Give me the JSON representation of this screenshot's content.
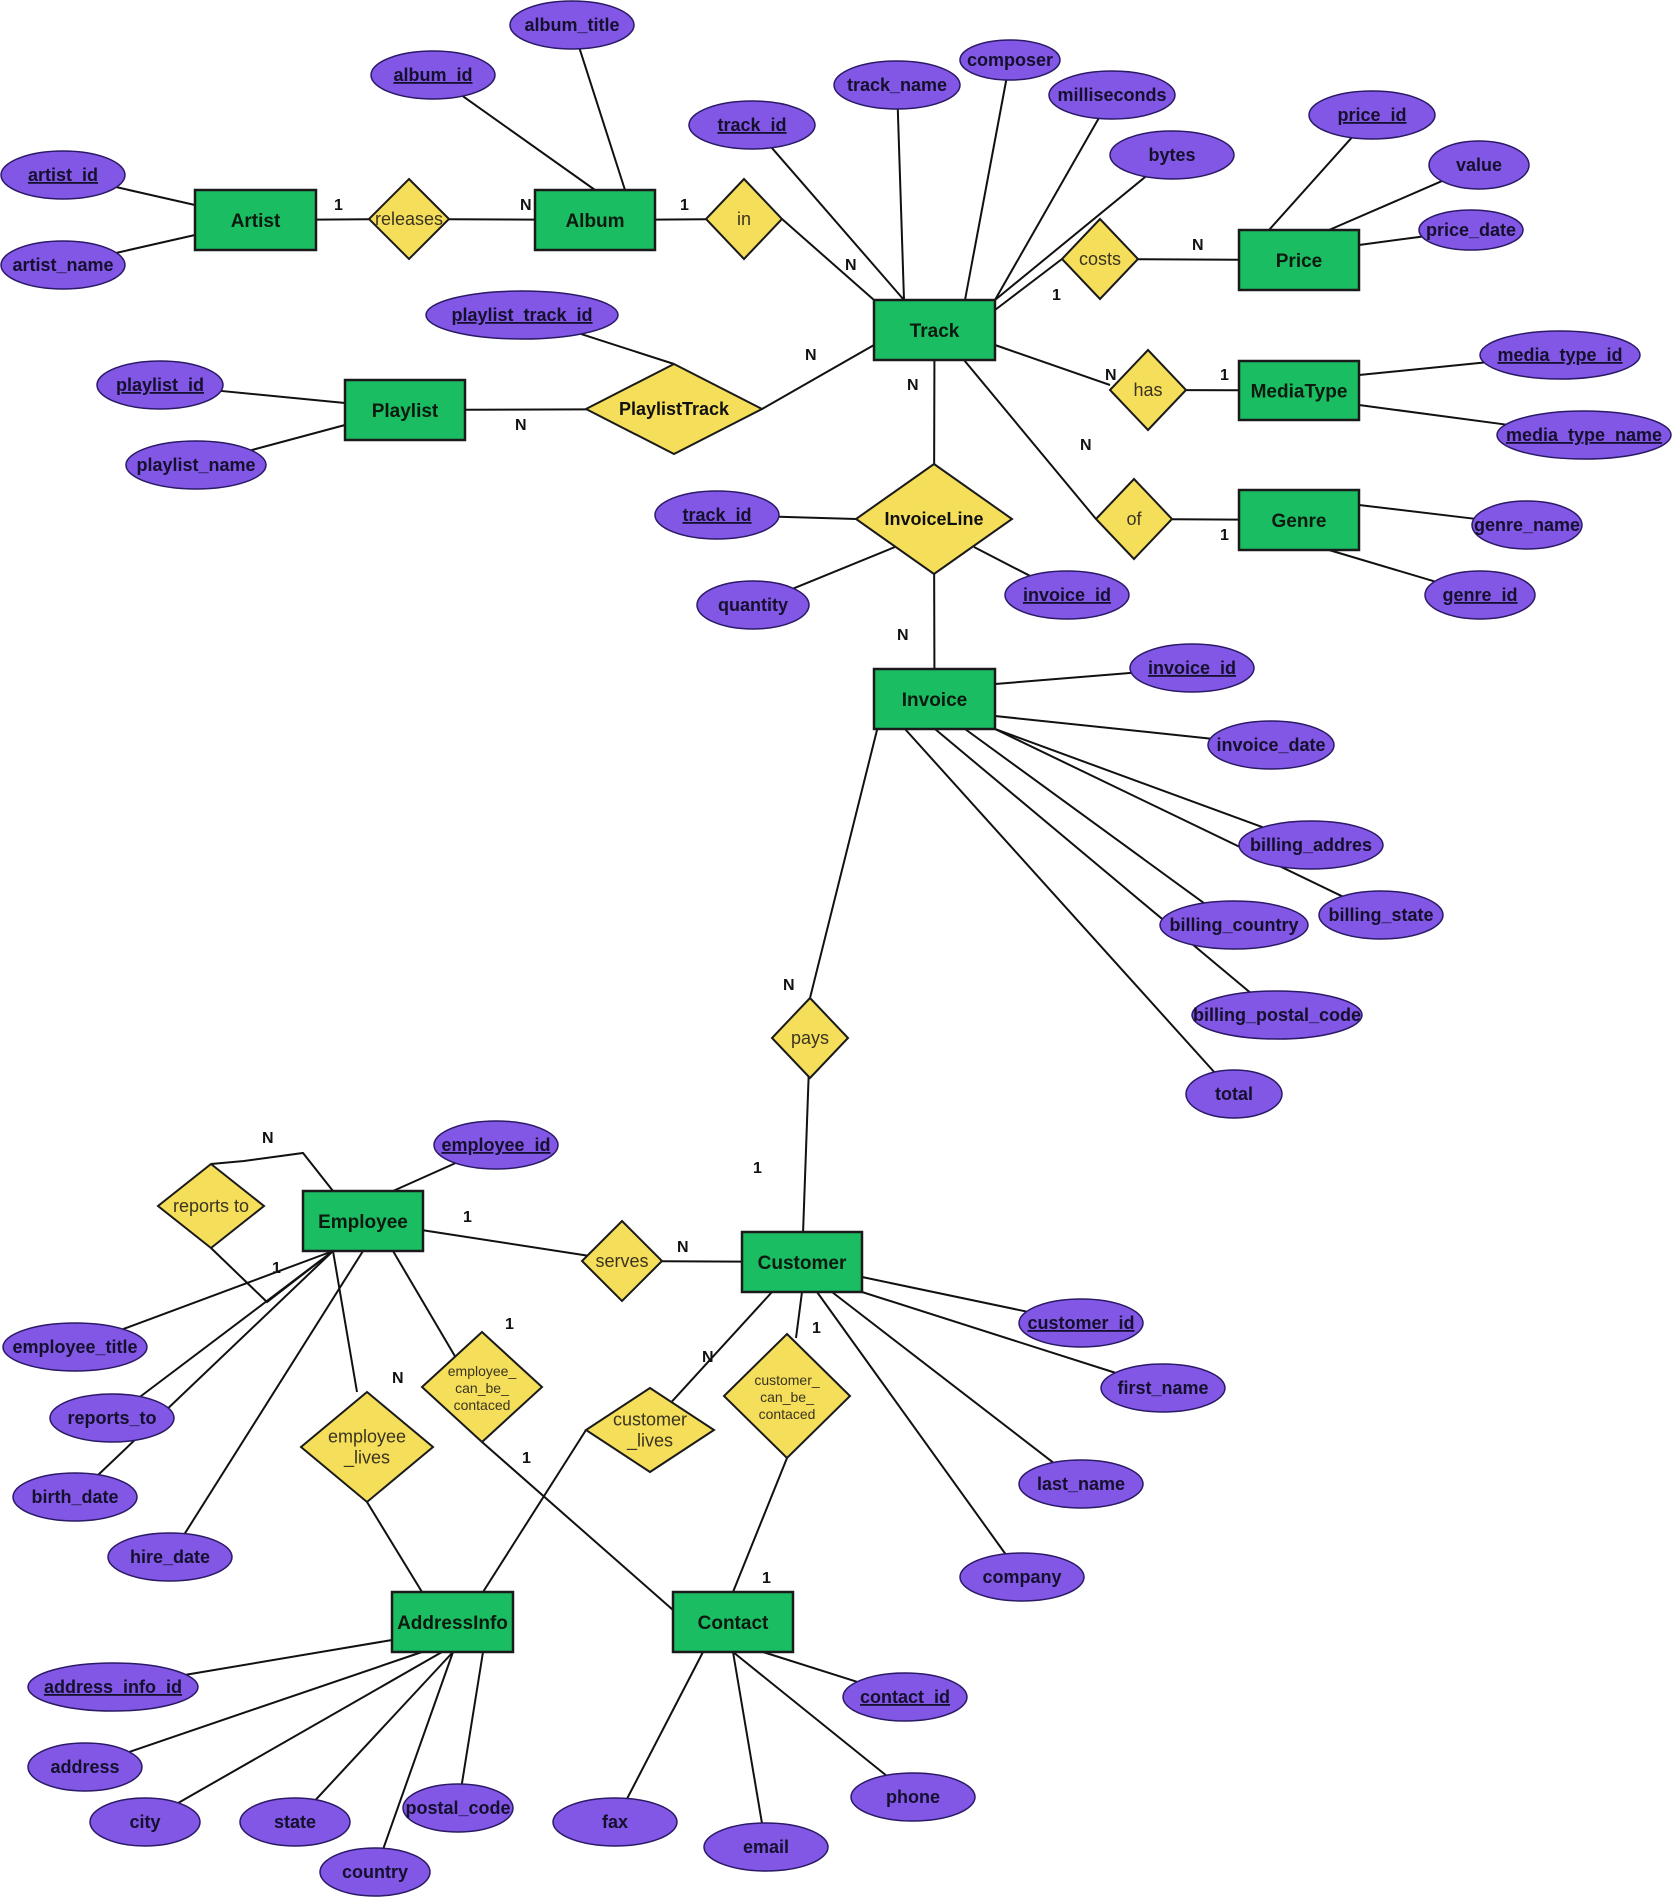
{
  "title": "Music store ER diagram",
  "colors": {
    "entity_fill": "#1abd62",
    "relationship_fill": "#f5de5a",
    "attribute_fill": "#8257e5",
    "line": "#111111"
  },
  "entities": [
    {
      "id": "artist",
      "label": "Artist"
    },
    {
      "id": "album",
      "label": "Album"
    },
    {
      "id": "track",
      "label": "Track"
    },
    {
      "id": "price",
      "label": "Price"
    },
    {
      "id": "mediatype",
      "label": "MediaType"
    },
    {
      "id": "genre",
      "label": "Genre"
    },
    {
      "id": "playlist",
      "label": "Playlist"
    },
    {
      "id": "invoice",
      "label": "Invoice"
    },
    {
      "id": "customer",
      "label": "Customer"
    },
    {
      "id": "employee",
      "label": "Employee"
    },
    {
      "id": "addressinfo",
      "label": "AddressInfo"
    },
    {
      "id": "contact",
      "label": "Contact"
    }
  ],
  "relationships": [
    {
      "id": "releases",
      "lines": [
        "releases"
      ],
      "bold": false
    },
    {
      "id": "in",
      "lines": [
        "in"
      ],
      "bold": false
    },
    {
      "id": "costs",
      "lines": [
        "costs"
      ],
      "bold": false
    },
    {
      "id": "has",
      "lines": [
        "has"
      ],
      "bold": false
    },
    {
      "id": "of",
      "lines": [
        "of"
      ],
      "bold": false
    },
    {
      "id": "playlisttrack",
      "lines": [
        "PlaylistTrack"
      ],
      "bold": true
    },
    {
      "id": "invoiceline",
      "lines": [
        "InvoiceLine"
      ],
      "bold": true
    },
    {
      "id": "pays",
      "lines": [
        "pays"
      ],
      "bold": false
    },
    {
      "id": "serves",
      "lines": [
        "serves"
      ],
      "bold": false
    },
    {
      "id": "reports_to",
      "lines": [
        "reports to"
      ],
      "bold": false
    },
    {
      "id": "employee_lives",
      "lines": [
        "employee",
        "_lives"
      ],
      "bold": false
    },
    {
      "id": "employee_can_be_contaced",
      "lines": [
        "employee_",
        "can_be_",
        "contaced"
      ],
      "bold": false,
      "small": true
    },
    {
      "id": "customer_lives",
      "lines": [
        "customer",
        "_lives"
      ],
      "bold": false
    },
    {
      "id": "customer_can_be_contaced",
      "lines": [
        "customer_",
        "can_be_",
        "contaced"
      ],
      "bold": false,
      "small": true
    }
  ],
  "attributes": [
    {
      "id": "artist_id",
      "label": "artist_id",
      "key": true,
      "of": "artist"
    },
    {
      "id": "artist_name",
      "label": "artist_name",
      "key": false,
      "of": "artist"
    },
    {
      "id": "album_id",
      "label": "album_id",
      "key": true,
      "of": "album"
    },
    {
      "id": "album_title",
      "label": "album_title",
      "key": false,
      "of": "album"
    },
    {
      "id": "track_track_id",
      "label": "track_id",
      "key": true,
      "of": "track"
    },
    {
      "id": "track_name",
      "label": "track_name",
      "key": false,
      "of": "track"
    },
    {
      "id": "composer",
      "label": "composer",
      "key": false,
      "of": "track"
    },
    {
      "id": "milliseconds",
      "label": "milliseconds",
      "key": false,
      "of": "track"
    },
    {
      "id": "bytes",
      "label": "bytes",
      "key": false,
      "of": "track"
    },
    {
      "id": "price_id",
      "label": "price_id",
      "key": true,
      "of": "price"
    },
    {
      "id": "value",
      "label": "value",
      "key": false,
      "of": "price"
    },
    {
      "id": "price_date",
      "label": "price_date",
      "key": false,
      "of": "price"
    },
    {
      "id": "media_type_id",
      "label": "media_type_id",
      "key": true,
      "of": "mediatype"
    },
    {
      "id": "media_type_name",
      "label": "media_type_name",
      "key": true,
      "of": "mediatype"
    },
    {
      "id": "genre_name",
      "label": "genre_name",
      "key": false,
      "of": "genre"
    },
    {
      "id": "genre_id",
      "label": "genre_id",
      "key": true,
      "of": "genre"
    },
    {
      "id": "playlist_track_id",
      "label": "playlist_track_id",
      "key": true,
      "of": "playlisttrack"
    },
    {
      "id": "playlist_id",
      "label": "playlist_id",
      "key": true,
      "of": "playlist"
    },
    {
      "id": "playlist_name",
      "label": "playlist_name",
      "key": false,
      "of": "playlist"
    },
    {
      "id": "il_track_id",
      "label": "track_id",
      "key": true,
      "of": "invoiceline"
    },
    {
      "id": "quantity",
      "label": "quantity",
      "key": false,
      "of": "invoiceline"
    },
    {
      "id": "il_invoice_id",
      "label": "invoice_id",
      "key": true,
      "of": "invoiceline"
    },
    {
      "id": "invoice_id",
      "label": "invoice_id",
      "key": true,
      "of": "invoice"
    },
    {
      "id": "invoice_date",
      "label": "invoice_date",
      "key": false,
      "of": "invoice"
    },
    {
      "id": "billing_addres",
      "label": "billing_addres",
      "key": false,
      "of": "invoice"
    },
    {
      "id": "billing_state",
      "label": "billing_state",
      "key": false,
      "of": "invoice"
    },
    {
      "id": "billing_country",
      "label": "billing_country",
      "key": false,
      "of": "invoice"
    },
    {
      "id": "billing_postal_code",
      "label": "billing_postal_code",
      "key": false,
      "of": "invoice"
    },
    {
      "id": "total",
      "label": "total",
      "key": false,
      "of": "invoice"
    },
    {
      "id": "employee_id",
      "label": "employee_id",
      "key": true,
      "of": "employee"
    },
    {
      "id": "employee_title",
      "label": "employee_title",
      "key": false,
      "of": "employee"
    },
    {
      "id": "reports_to_attr",
      "label": "reports_to",
      "key": false,
      "of": "employee"
    },
    {
      "id": "birth_date",
      "label": "birth_date",
      "key": false,
      "of": "employee"
    },
    {
      "id": "hire_date",
      "label": "hire_date",
      "key": false,
      "of": "employee"
    },
    {
      "id": "customer_id",
      "label": "customer_id",
      "key": true,
      "of": "customer"
    },
    {
      "id": "first_name",
      "label": "first_name",
      "key": false,
      "of": "customer"
    },
    {
      "id": "last_name",
      "label": "last_name",
      "key": false,
      "of": "customer"
    },
    {
      "id": "company",
      "label": "company",
      "key": false,
      "of": "customer"
    },
    {
      "id": "address_info_id",
      "label": "address_info_id",
      "key": true,
      "of": "addressinfo"
    },
    {
      "id": "address",
      "label": "address",
      "key": false,
      "of": "addressinfo"
    },
    {
      "id": "city",
      "label": "city",
      "key": false,
      "of": "addressinfo"
    },
    {
      "id": "state",
      "label": "state",
      "key": false,
      "of": "addressinfo"
    },
    {
      "id": "country",
      "label": "country",
      "key": false,
      "of": "addressinfo"
    },
    {
      "id": "postal_code",
      "label": "postal_code",
      "key": false,
      "of": "addressinfo"
    },
    {
      "id": "contact_id",
      "label": "contact_id",
      "key": true,
      "of": "contact"
    },
    {
      "id": "fax",
      "label": "fax",
      "key": false,
      "of": "contact"
    },
    {
      "id": "email",
      "label": "email",
      "key": false,
      "of": "contact"
    },
    {
      "id": "phone",
      "label": "phone",
      "key": false,
      "of": "contact"
    }
  ],
  "links": [
    {
      "from": "artist",
      "to": "releases",
      "card": "1"
    },
    {
      "from": "releases",
      "to": "album",
      "card": "N"
    },
    {
      "from": "album",
      "to": "in",
      "card": "1"
    },
    {
      "from": "in",
      "to": "track",
      "card": "N"
    },
    {
      "from": "track",
      "to": "costs",
      "card": "1"
    },
    {
      "from": "costs",
      "to": "price",
      "card": "N"
    },
    {
      "from": "track",
      "to": "has",
      "card": "N"
    },
    {
      "from": "has",
      "to": "mediatype",
      "card": "1"
    },
    {
      "from": "track",
      "to": "of",
      "card": "N"
    },
    {
      "from": "of",
      "to": "genre",
      "card": "1"
    },
    {
      "from": "playlist",
      "to": "playlisttrack",
      "card": "N"
    },
    {
      "from": "playlisttrack",
      "to": "track",
      "card": "N"
    },
    {
      "from": "track",
      "to": "invoiceline",
      "card": "N"
    },
    {
      "from": "invoiceline",
      "to": "invoice",
      "card": "N"
    },
    {
      "from": "invoice",
      "to": "pays",
      "card": "N"
    },
    {
      "from": "pays",
      "to": "customer",
      "card": "1"
    },
    {
      "from": "employee",
      "to": "serves",
      "card": "1"
    },
    {
      "from": "serves",
      "to": "customer",
      "card": "N"
    },
    {
      "from": "employee",
      "to": "reports_to",
      "card": "N"
    },
    {
      "from": "reports_to",
      "to": "employee",
      "card": "1"
    },
    {
      "from": "employee",
      "to": "employee_lives",
      "card": "N"
    },
    {
      "from": "employee_lives",
      "to": "addressinfo",
      "card": ""
    },
    {
      "from": "employee",
      "to": "employee_can_be_contaced",
      "card": "1"
    },
    {
      "from": "employee_can_be_contaced",
      "to": "contact",
      "card": "1"
    },
    {
      "from": "customer",
      "to": "customer_lives",
      "card": "N"
    },
    {
      "from": "customer_lives",
      "to": "addressinfo",
      "card": ""
    },
    {
      "from": "customer",
      "to": "customer_can_be_contaced",
      "card": "1"
    },
    {
      "from": "customer_can_be_contaced",
      "to": "contact",
      "card": "1"
    }
  ]
}
